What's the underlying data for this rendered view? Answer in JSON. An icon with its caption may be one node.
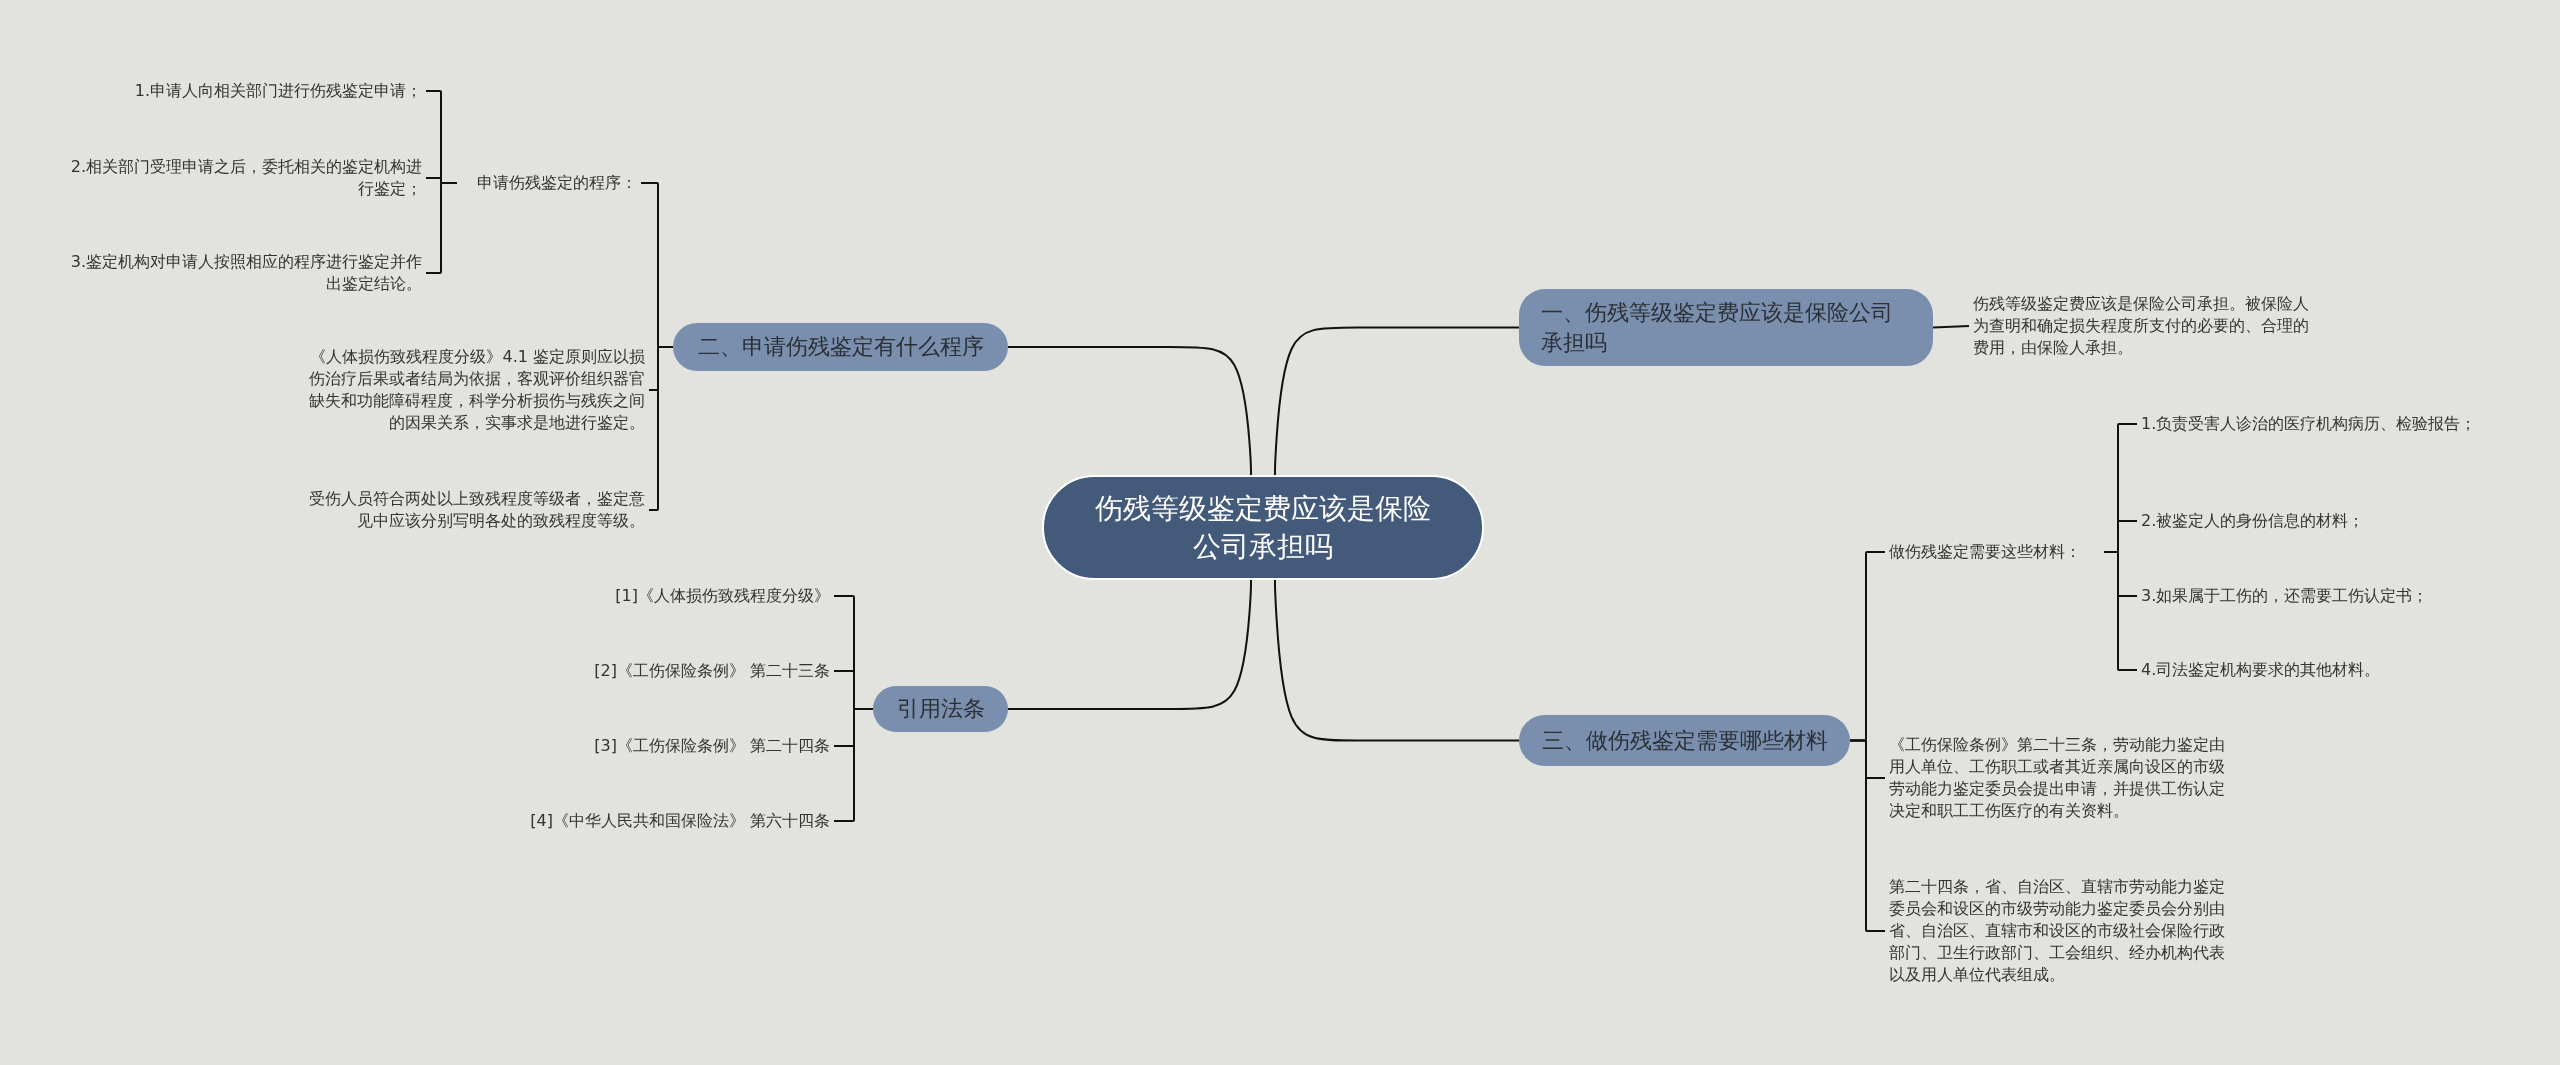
{
  "diagram": {
    "nodes": [
      {
        "text": [
          "伤残等级鉴定费应该是保险公司承担吗"
        ]
      },
      {
        "text": [
          "一、伤残等级鉴定费应该是保险公司承担吗"
        ]
      },
      {
        "text": [
          "伤残等级鉴定费应该是保险公司承担。被保险人为查明和确定损失程度所支付的必要的、合理的费用，由保险人承担。"
        ]
      },
      {
        "text": [
          "三、做伤残鉴定需要哪些材料"
        ]
      },
      {
        "text": [
          "做伤残鉴定需要这些材料："
        ]
      },
      {
        "text": [
          "1.负责受害人诊治的医疗机构病历、检验报告；"
        ]
      },
      {
        "text": [
          "2.被鉴定人的身份信息的材料；"
        ]
      },
      {
        "text": [
          "3.如果属于工伤的，还需要工伤认定书；"
        ]
      },
      {
        "text": [
          "4.司法鉴定机构要求的其他材料。"
        ]
      },
      {
        "text": [
          "《工伤保险条例》第二十三条，劳动能力鉴定由用人单位、工伤职工或者其近亲属向设区的市级劳动能力鉴定委员会提出申请，并提供工伤认定决定和职工工伤医疗的有关资料。"
        ]
      },
      {
        "text": [
          "第二十四条，省、自治区、直辖市劳动能力鉴定委员会和设区的市级劳动能力鉴定委员会分别由省、自治区、直辖市和设区的市级社会保险行政部门、卫生行政部门、工会组织、经办机构代表以及用人单位代表组成。"
        ]
      },
      {
        "text": [
          "二、申请伤残鉴定有什么程序"
        ]
      },
      {
        "text": [
          "申请伤残鉴定的程序："
        ]
      },
      {
        "text": [
          "1.申请人向相关部门进行伤残鉴定申请；"
        ]
      },
      {
        "text": [
          "2.相关部门受理申请之后，委托相关的鉴定机构进行鉴定；"
        ]
      },
      {
        "text": [
          "3.鉴定机构对申请人按照相应的程序进行鉴定并作出鉴定结论。"
        ]
      },
      {
        "text": [
          "《人体损伤致残程度分级》4.1 鉴定原则应以损伤治疗后果或者结局为依据，客观评价组织器官缺失和功能障碍程度，科学分析损伤与残疾之间的因果关系，实事求是地进行鉴定。"
        ]
      },
      {
        "text": [
          "受伤人员符合两处以上致残程度等级者，鉴定意见中应该分别写明各处的致残程度等级。"
        ]
      },
      {
        "text": [
          "引用法条"
        ]
      },
      {
        "text": [
          "[1]《人体损伤致残程度分级》"
        ]
      },
      {
        "text": [
          "[2]《工伤保险条例》 第二十三条"
        ]
      },
      {
        "text": [
          "[3]《工伤保险条例》 第二十四条"
        ]
      },
      {
        "text": [
          "[4]《中华人民共和国保险法》 第六十四条"
        ]
      }
    ],
    "edges": [
      {
        "from": 0,
        "to": 1,
        "arrow": "none"
      },
      {
        "from": 1,
        "to": 2,
        "arrow": "none"
      },
      {
        "from": 0,
        "to": 3,
        "arrow": "none"
      },
      {
        "from": 3,
        "to": 4,
        "arrow": "none"
      },
      {
        "from": 4,
        "to": 5,
        "arrow": "none"
      },
      {
        "from": 4,
        "to": 6,
        "arrow": "none"
      },
      {
        "from": 4,
        "to": 7,
        "arrow": "none"
      },
      {
        "from": 4,
        "to": 8,
        "arrow": "none"
      },
      {
        "from": 3,
        "to": 9,
        "arrow": "none"
      },
      {
        "from": 3,
        "to": 10,
        "arrow": "none"
      },
      {
        "from": 0,
        "to": 11,
        "arrow": "none"
      },
      {
        "from": 11,
        "to": 12,
        "arrow": "none"
      },
      {
        "from": 12,
        "to": 13,
        "arrow": "none"
      },
      {
        "from": 12,
        "to": 14,
        "arrow": "none"
      },
      {
        "from": 12,
        "to": 15,
        "arrow": "none"
      },
      {
        "from": 11,
        "to": 16,
        "arrow": "none"
      },
      {
        "from": 11,
        "to": 17,
        "arrow": "none"
      },
      {
        "from": 0,
        "to": 18,
        "arrow": "none"
      },
      {
        "from": 18,
        "to": 19,
        "arrow": "none"
      },
      {
        "from": 18,
        "to": 20,
        "arrow": "none"
      },
      {
        "from": 18,
        "to": 21,
        "arrow": "none"
      },
      {
        "from": 18,
        "to": 22,
        "arrow": "none"
      }
    ]
  }
}
